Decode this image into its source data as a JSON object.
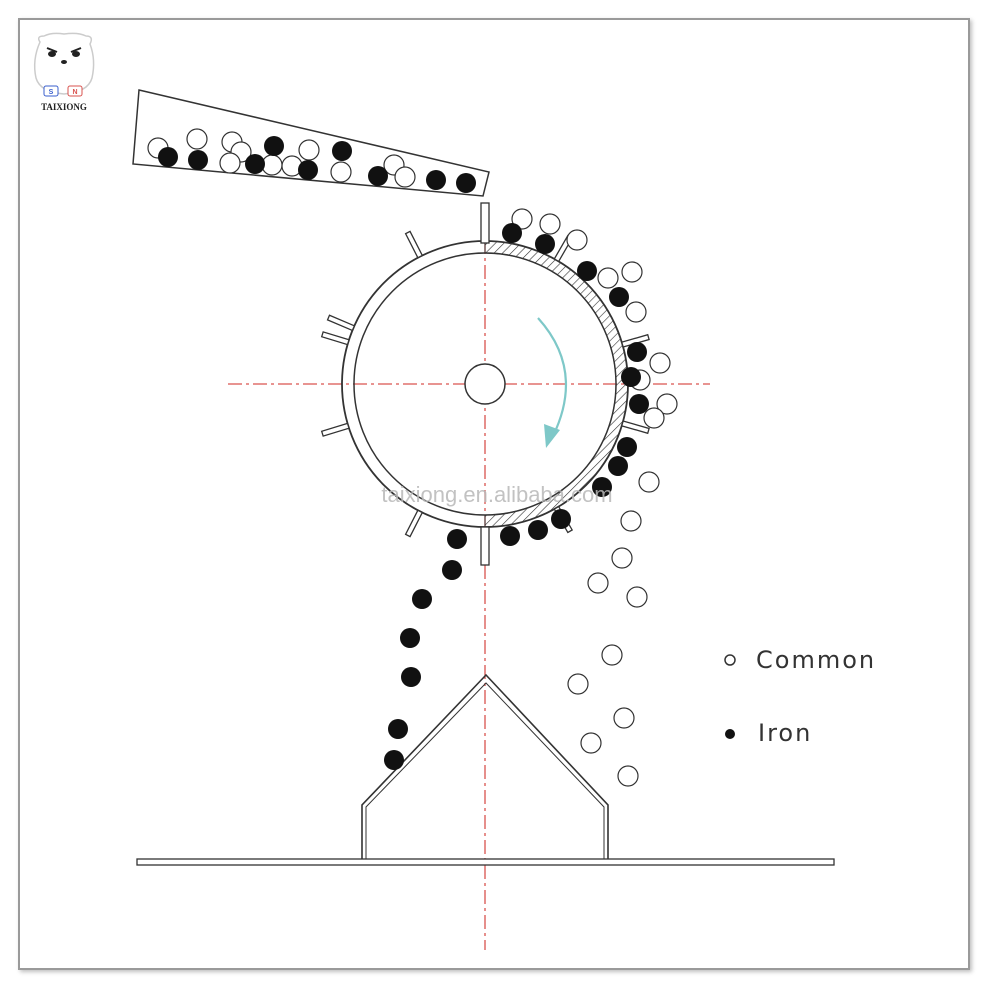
{
  "logo": {
    "brand_text": "TAIXIONG",
    "badge_left": "S",
    "badge_right": "N"
  },
  "watermark": "taixiong.en.alibaba.com",
  "legend": {
    "common_label": "Common",
    "iron_label": "Iron"
  },
  "colors": {
    "line": "#333333",
    "centerline": "#d9534f",
    "rotation_arrow": "#7ec8c8",
    "iron_particle": "#111111",
    "common_particle": "#ffffff"
  },
  "particles": {
    "hopper": {
      "common": [
        [
          158,
          148
        ],
        [
          197,
          139
        ],
        [
          232,
          142
        ],
        [
          241,
          152
        ],
        [
          230,
          163
        ],
        [
          272,
          165
        ],
        [
          292,
          166
        ],
        [
          309,
          150
        ],
        [
          341,
          172
        ],
        [
          394,
          165
        ],
        [
          405,
          177
        ]
      ],
      "iron": [
        [
          168,
          157
        ],
        [
          198,
          160
        ],
        [
          255,
          164
        ],
        [
          274,
          146
        ],
        [
          308,
          170
        ],
        [
          342,
          151
        ],
        [
          378,
          176
        ],
        [
          436,
          180
        ],
        [
          466,
          183
        ]
      ]
    },
    "drum_edge": {
      "common": [
        [
          522,
          219
        ],
        [
          550,
          224
        ],
        [
          577,
          240
        ],
        [
          608,
          278
        ],
        [
          632,
          272
        ],
        [
          636,
          312
        ],
        [
          660,
          363
        ],
        [
          640,
          380
        ],
        [
          667,
          404
        ],
        [
          654,
          418
        ],
        [
          649,
          482
        ],
        [
          631,
          521
        ],
        [
          622,
          558
        ],
        [
          598,
          583
        ],
        [
          637,
          597
        ]
      ],
      "iron": [
        [
          512,
          233
        ],
        [
          545,
          244
        ],
        [
          587,
          271
        ],
        [
          619,
          297
        ],
        [
          637,
          352
        ],
        [
          631,
          377
        ],
        [
          639,
          404
        ],
        [
          627,
          447
        ],
        [
          618,
          466
        ],
        [
          602,
          487
        ],
        [
          561,
          519
        ],
        [
          538,
          530
        ],
        [
          510,
          536
        ],
        [
          457,
          539
        ]
      ]
    },
    "iron_falling": [
      [
        452,
        570
      ],
      [
        422,
        599
      ],
      [
        410,
        638
      ],
      [
        411,
        677
      ],
      [
        398,
        729
      ],
      [
        394,
        760
      ]
    ],
    "common_falling": [
      [
        612,
        655
      ],
      [
        578,
        684
      ],
      [
        624,
        718
      ],
      [
        591,
        743
      ],
      [
        628,
        776
      ]
    ]
  }
}
